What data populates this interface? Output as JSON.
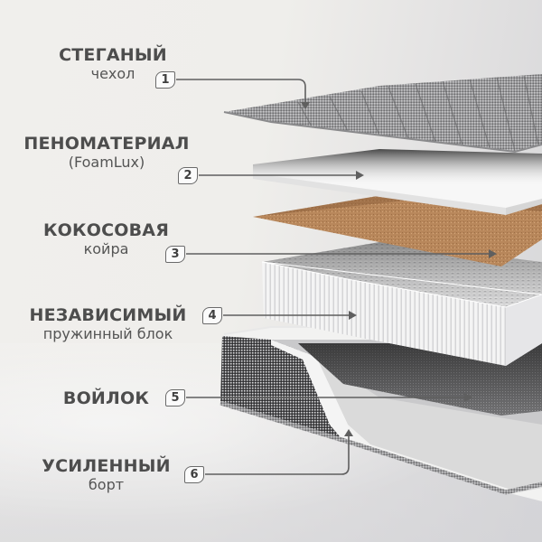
{
  "infographic": {
    "layers": [
      {
        "number": "1",
        "title": "СТЕГАНЫЙ",
        "subtitle": "чехол",
        "icon": "quilted-cover-layer"
      },
      {
        "number": "2",
        "title": "ПЕНОМАТЕРИАЛ",
        "subtitle": "(FoamLux)",
        "icon": "foam-layer"
      },
      {
        "number": "3",
        "title": "КОКОСОВАЯ",
        "subtitle": "койра",
        "icon": "coconut-coir-layer"
      },
      {
        "number": "4",
        "title": "НЕЗАВИСИМЫЙ",
        "subtitle": "пружинный блок",
        "icon": "pocket-spring-block"
      },
      {
        "number": "5",
        "title": "ВОЙЛОК",
        "subtitle": "",
        "icon": "felt-layer"
      },
      {
        "number": "6",
        "title": "УСИЛЕННЫЙ",
        "subtitle": "борт",
        "icon": "reinforced-border"
      }
    ],
    "colors": {
      "text": "#4d4d4d",
      "line": "#5f5f5f",
      "coir": "#b9875a",
      "fabric": "#8e8e90",
      "felt": "#6d6d6f",
      "foam": "#f6f6f6"
    }
  }
}
